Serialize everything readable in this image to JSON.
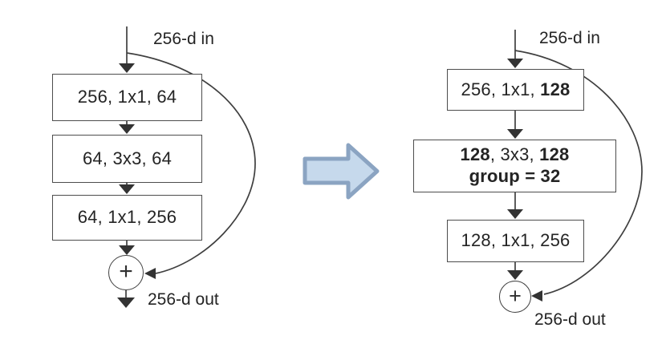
{
  "figure": {
    "background": "#ffffff",
    "line_color": "#3f3f3f",
    "box_border_color": "#4d4d4d",
    "text_color": "#242424",
    "transform_arrow_fill": "#c6d9ec",
    "transform_arrow_stroke": "#8ba4c2"
  },
  "left_block": {
    "in_label": "256-d in",
    "out_label": "256-d out",
    "plus_label": "+",
    "boxes": [
      {
        "text": "256, 1x1, 64"
      },
      {
        "text": "64, 3x3, 64"
      },
      {
        "text": "64, 1x1, 256"
      }
    ]
  },
  "right_block": {
    "in_label": "256-d in",
    "out_label": "256-d out",
    "plus_label": "+",
    "box1": {
      "prefix": "256, 1x1, ",
      "bold_out": "128"
    },
    "box2": {
      "bold_in": "128",
      "mid": ", 3x3, ",
      "bold_out": "128",
      "line2": "group = 32"
    },
    "box3": {
      "text": "128, 1x1, 256"
    }
  }
}
